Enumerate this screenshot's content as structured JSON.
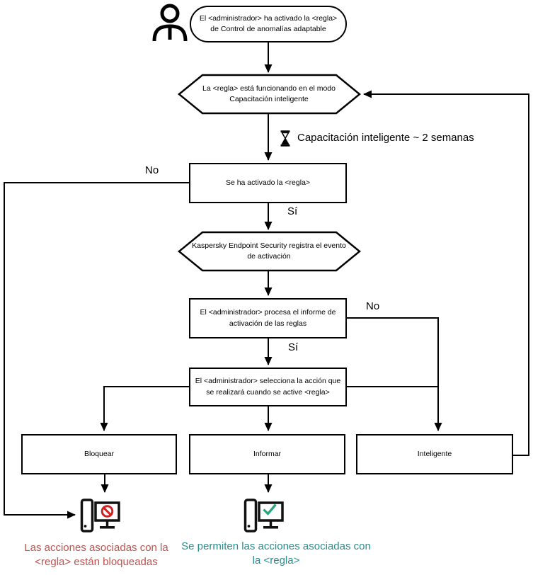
{
  "colors": {
    "blocked_caption": "#c0534d",
    "allowed_caption": "#2b8c8c",
    "prohibit_sign": "#d42020",
    "check_sign": "#28a879",
    "line": "#000000"
  },
  "flowchart": {
    "start": {
      "lines": [
        "El <administrador> ha activado la <regla>",
        "de Control de anomalías adaptable"
      ]
    },
    "hexagon_training": {
      "lines": [
        "La <regla> está funcionando en el modo",
        "Capacitación inteligente"
      ]
    },
    "timer": {
      "label": "Capacitación inteligente ~ 2 semanas",
      "icon": "hourglass-icon"
    },
    "box_activated": {
      "lines": [
        "Se ha activado la <regla>"
      ]
    },
    "hexagon_log": {
      "lines": [
        "Kaspersky Endpoint Security registra el evento",
        "de activación"
      ]
    },
    "box_report": {
      "lines": [
        "El <administrador> procesa el informe de",
        "activación de las reglas"
      ]
    },
    "box_select": {
      "lines": [
        "El <administrador> selecciona la acción que",
        "se realizará cuando se active <regla>"
      ]
    },
    "actions": {
      "block": "Bloquear",
      "inform": "Informar",
      "smart": "Inteligente"
    },
    "branch_labels": {
      "rule_no": "No",
      "rule_yes": "Sí",
      "report_no": "No",
      "report_yes": "Sí"
    },
    "captions": {
      "blocked": [
        "Las acciones asociadas con la",
        "<regla> están bloqueadas"
      ],
      "allowed": [
        "Se permiten las acciones asociadas con",
        "la <regla>"
      ]
    },
    "icons": {
      "actor": "person-icon",
      "blocked_pc": "computer-blocked-icon",
      "allowed_pc": "computer-allowed-icon"
    }
  }
}
